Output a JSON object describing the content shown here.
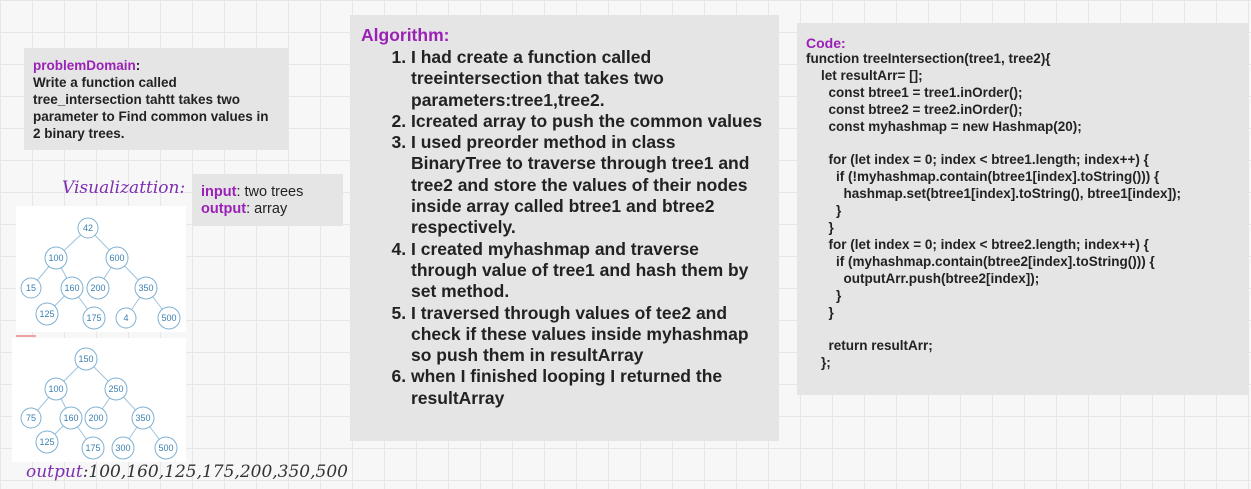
{
  "problem": {
    "label": "problemDomain",
    "text": "Write a function called tree_intersection tahtt takes two parameter to Find common values in 2 binary trees."
  },
  "io": {
    "input_label": "input",
    "input_value": "two trees",
    "output_label": "output",
    "output_value": "array"
  },
  "visualization": {
    "title": "Visualizattion:",
    "output_label": "output",
    "output_values": "100,160,125,175,200,350,500"
  },
  "trees": {
    "tree1": [
      "42",
      "100",
      "600",
      "15",
      "160",
      "200",
      "350",
      "125",
      "175",
      "4",
      "500"
    ],
    "tree2": [
      "150",
      "100",
      "250",
      "75",
      "160",
      "200",
      "350",
      "125",
      "175",
      "300",
      "500"
    ]
  },
  "algorithm": {
    "title": "Algorithm:",
    "steps": [
      "I had create a function called treeintersection that takes two parameters:tree1,tree2.",
      "Icreated array to push the common values",
      "I used preorder method in class BinaryTree to traverse through tree1 and tree2 and store the values of their nodes inside array called btree1 and btree2 respectively.",
      " I created myhashmap and traverse through value of tree1 and hash them by set method.",
      "I traversed through values of tee2 and check if these values inside myhashmap so push them in resultArray",
      "when I finished looping I returned the resultArray"
    ]
  },
  "code": {
    "title": "Code:",
    "lines": [
      "function treeIntersection(tree1, tree2){",
      "    let resultArr= [];",
      "      const btree1 = tree1.inOrder();",
      "      const btree2 = tree2.inOrder();",
      "      const myhashmap = new Hashmap(20);",
      "",
      "      for (let index = 0; index < btree1.length; index++) {",
      "        if (!myhashmap.contain(btree1[index].toString())) {",
      "          hashmap.set(btree1[index].toString(), btree1[index]);",
      "        }",
      "      }",
      "      for (let index = 0; index < btree2.length; index++) {",
      "        if (myhashmap.contain(btree2[index].toString())) {",
      "          outputArr.push(btree2[index]);",
      "        }",
      "      }",
      "",
      "      return resultArr;",
      "    };"
    ]
  }
}
